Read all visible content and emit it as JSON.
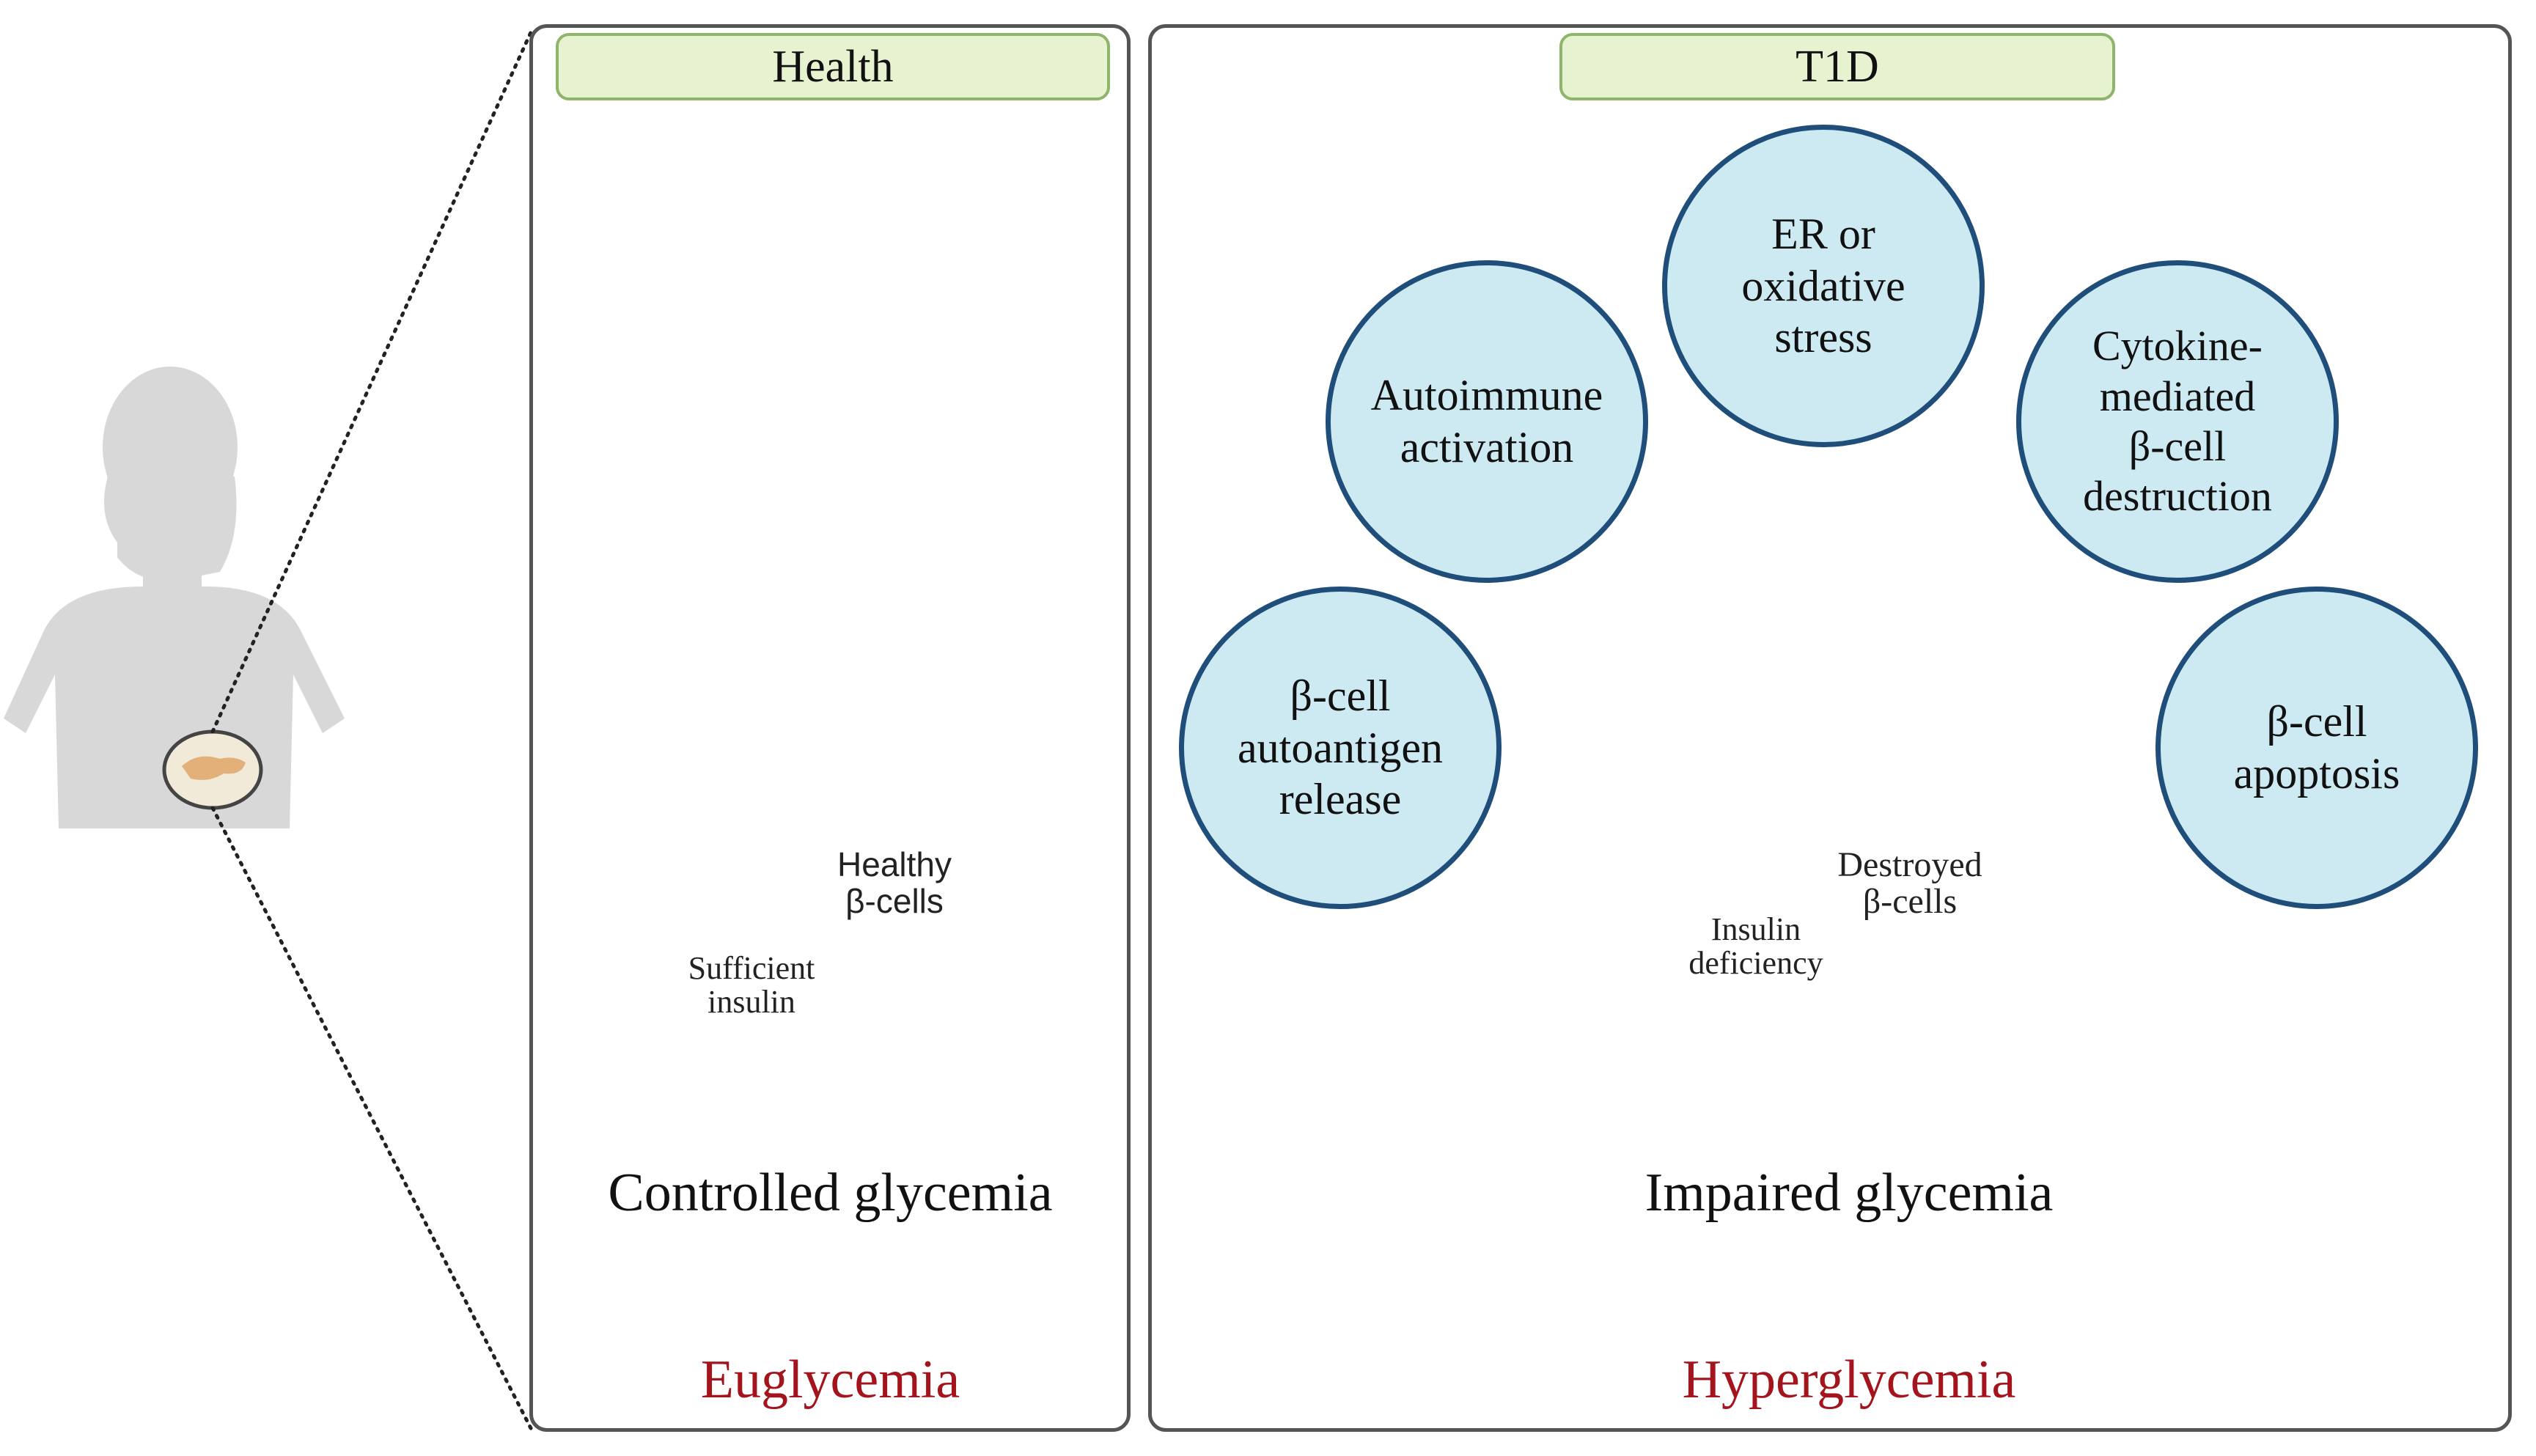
{
  "panels": {
    "health": {
      "header": "Health",
      "beta_cells_label": "Healthy\nβ-cells",
      "insulin_label": "Sufficient\ninsulin",
      "glycemia_label": "Controlled glycemia",
      "outcome_label": "Euglycemia"
    },
    "t1d": {
      "header": "T1D",
      "beta_cells_label": "Destroyed\nβ-cells",
      "insulin_label": "Insulin\ndeficiency",
      "glycemia_label": "Impaired glycemia",
      "outcome_label": "Hyperglycemia",
      "factors": [
        "ER or\noxidative\nstress",
        "Autoimmune\nactivation",
        "Cytokine-\nmediated\nβ-cell\ndestruction",
        "β-cell\nautoantigen\nrelease",
        "β-cell\napoptosis"
      ]
    }
  },
  "colors": {
    "bubble_fill": "#cde9f2",
    "bubble_border": "#1f4e7a",
    "header_fill": "#e6f2d0",
    "circle_border": "#9b2a2f",
    "outcome_red": "#a3141c",
    "big_arrow": "#c9dbe7"
  }
}
